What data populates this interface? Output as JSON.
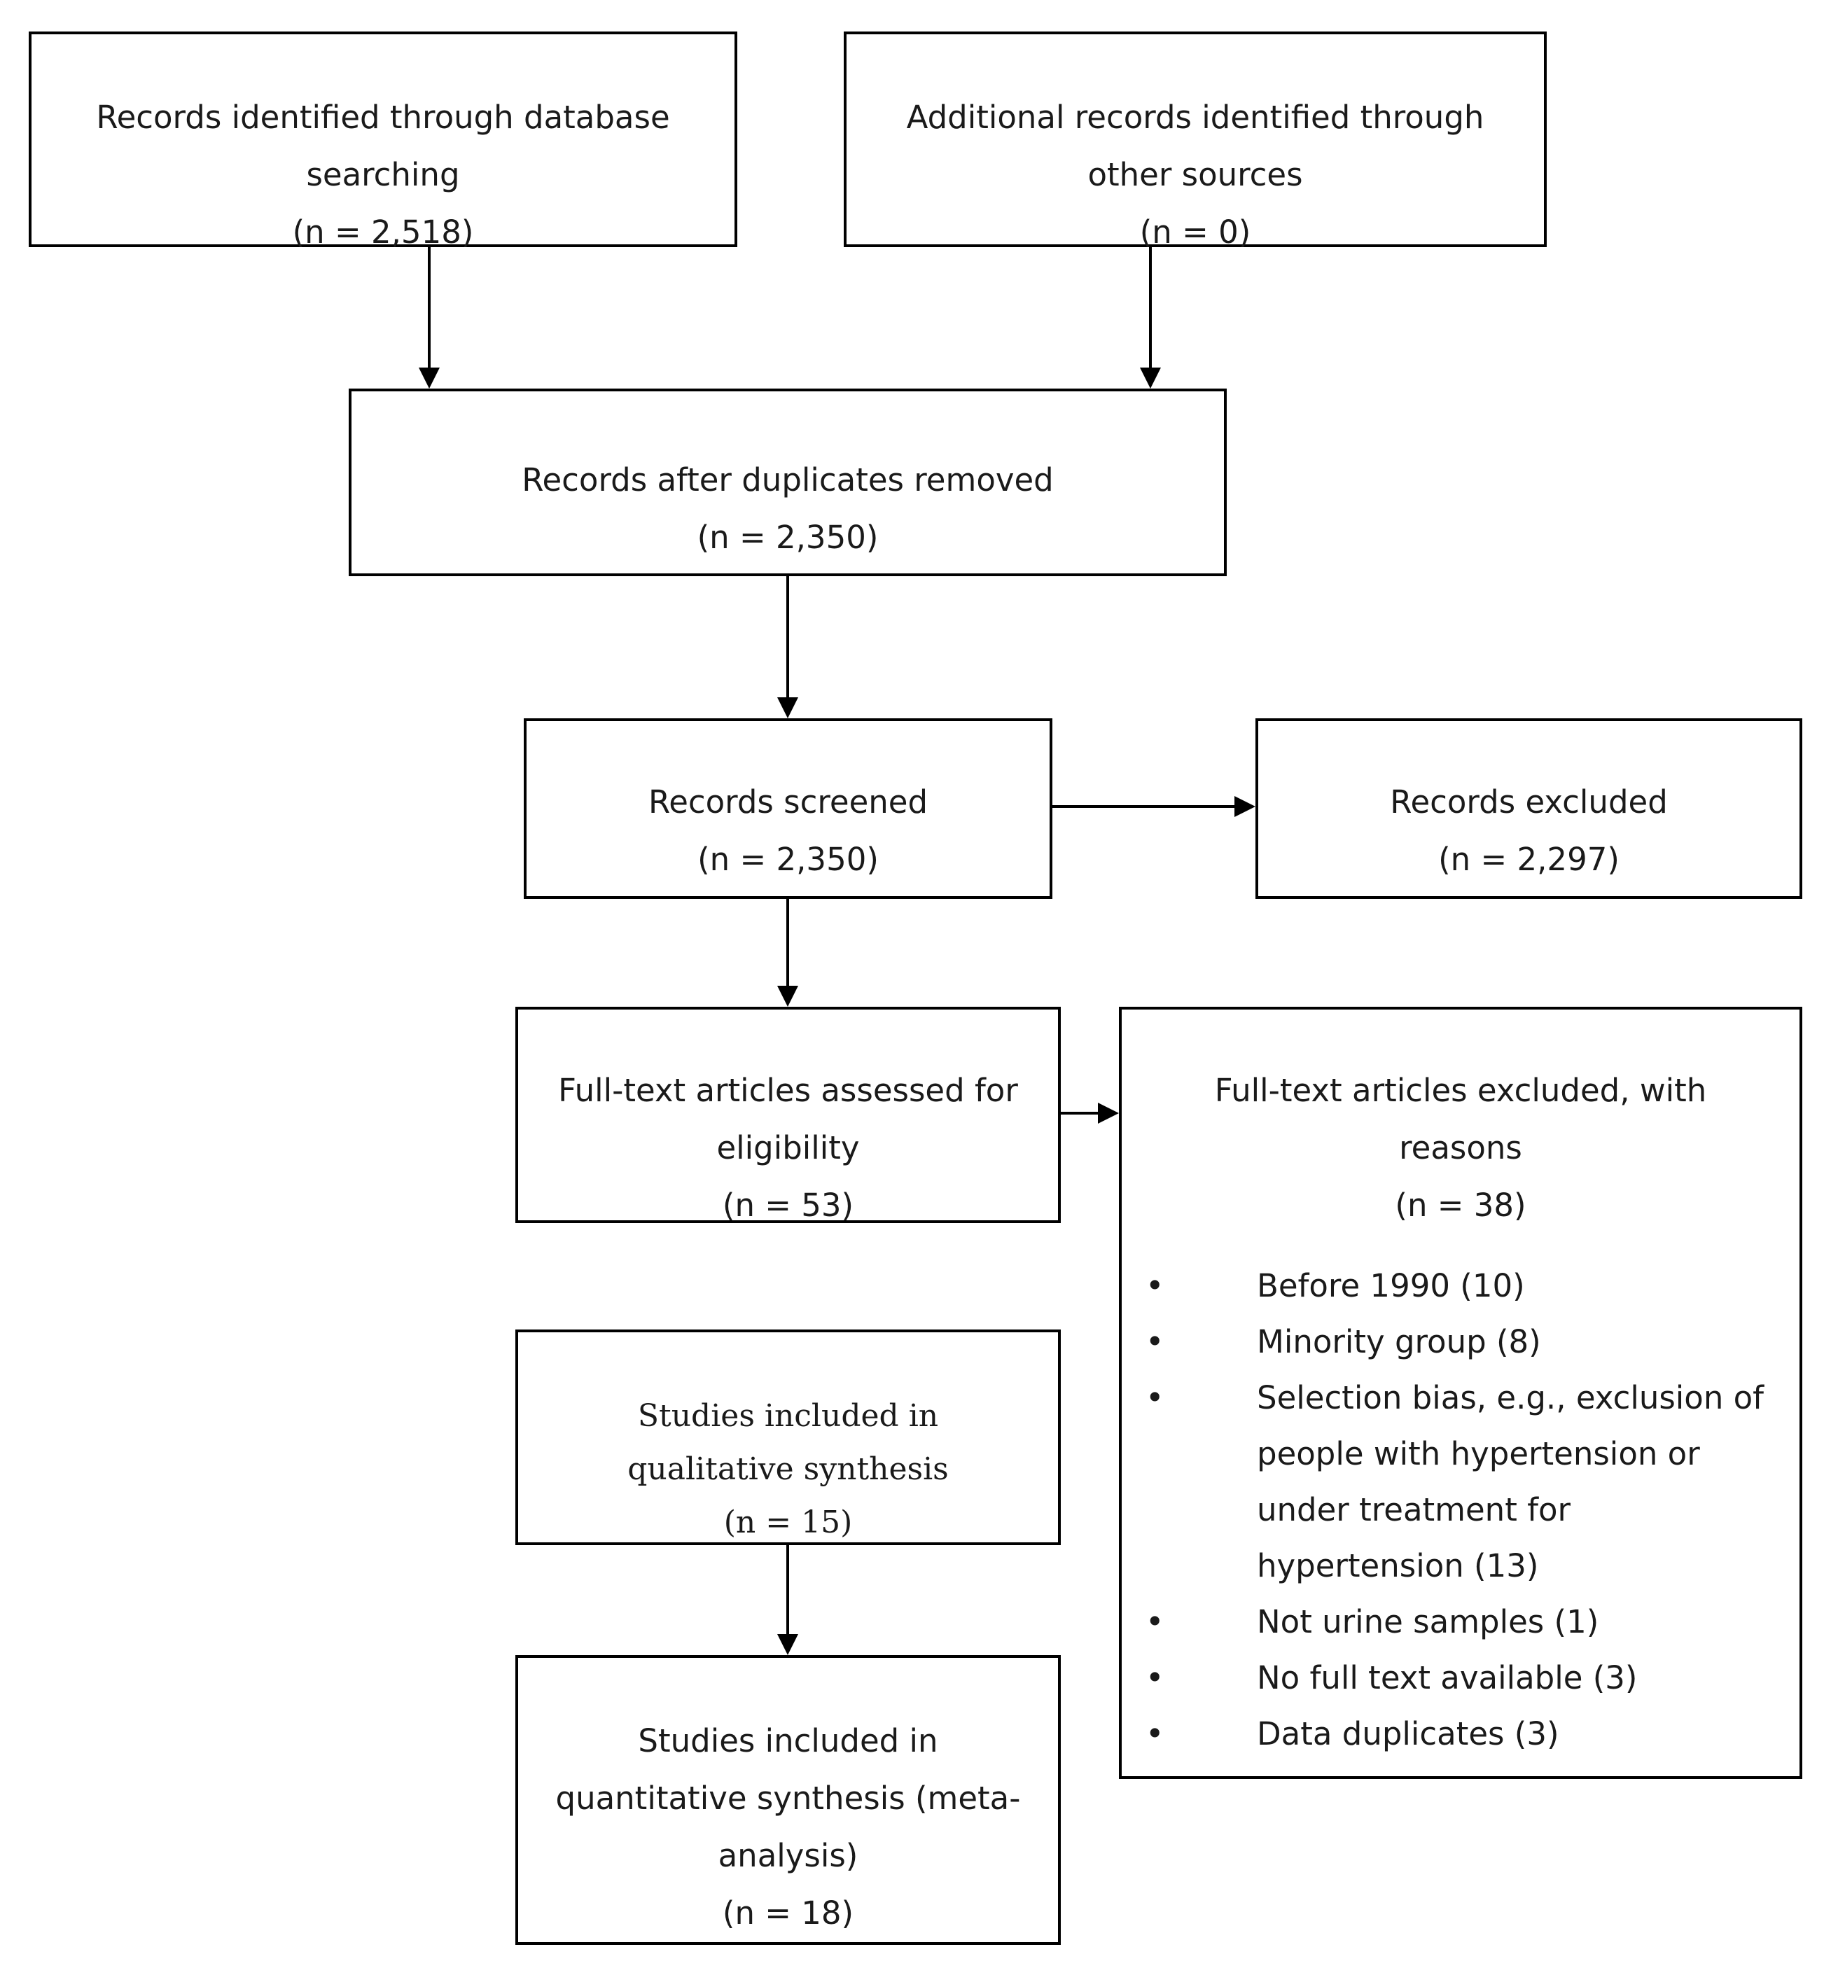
{
  "boxes": {
    "database": {
      "lines": [
        "Records identified through database",
        "searching",
        "(n = 2,518)"
      ]
    },
    "other_sources": {
      "lines": [
        "Additional records identified through",
        "other sources",
        "(n = 0)"
      ]
    },
    "duplicates_removed": {
      "lines": [
        "Records after duplicates removed",
        "(n = 2,350)"
      ]
    },
    "screened": {
      "lines": [
        "Records screened",
        "(n = 2,350)"
      ]
    },
    "excluded": {
      "lines": [
        "Records excluded",
        "(n = 2,297)"
      ]
    },
    "fulltext_assessed": {
      "lines": [
        "Full-text articles assessed for",
        "eligibility",
        "(n = 53)"
      ]
    },
    "fulltext_excluded": {
      "lines": [
        "Full-text articles excluded, with",
        "reasons",
        "(n = 38)"
      ],
      "reasons": [
        "Before 1990 (10)",
        "Minority group (8)",
        "Selection bias, e.g., exclusion of people with hypertension or under treatment for hypertension (13)",
        "Not urine samples (1)",
        "No full text available (3)",
        "Data duplicates (3)"
      ]
    },
    "qualitative": {
      "lines": [
        "Studies included in",
        "qualitative synthesis",
        "(n = 15)"
      ]
    },
    "quantitative": {
      "lines": [
        "Studies included in",
        "quantitative synthesis (meta-",
        "analysis)",
        "(n = 18)"
      ]
    }
  }
}
